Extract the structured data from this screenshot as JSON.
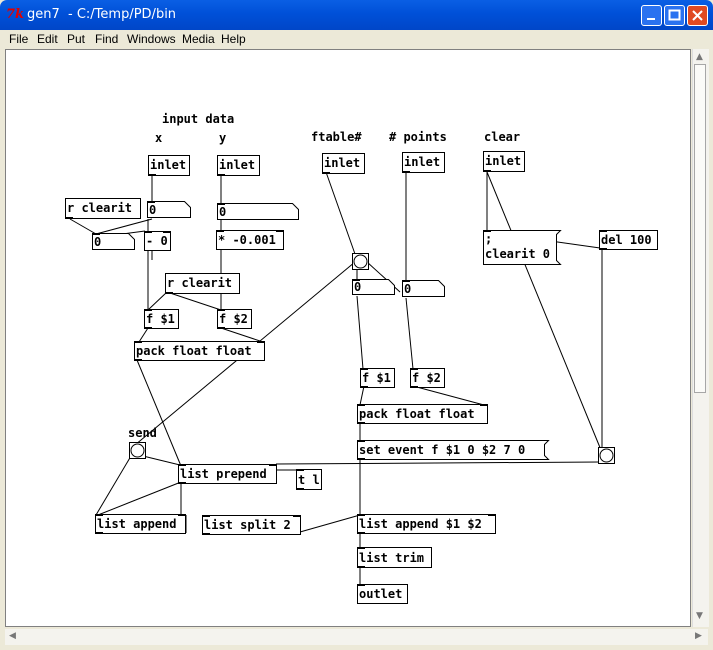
{
  "window": {
    "title": "gen7  - C:/Temp/PD/bin",
    "icon": "tk-feather-icon"
  },
  "menu": [
    "File",
    "Edit",
    "Put",
    "Find",
    "Windows",
    "Media",
    "Help"
  ],
  "comments": {
    "input_data": "input data",
    "x": "x",
    "y": "y",
    "ftable": "ftable#",
    "points": "# points",
    "clear": "clear",
    "send": "send"
  },
  "objects": {
    "inlet_x": "inlet",
    "inlet_y": "inlet",
    "inlet_ftable": "inlet",
    "inlet_points": "inlet",
    "inlet_clear": "inlet",
    "r_clearit_1": "r clearit",
    "r_clearit_2": "r clearit",
    "minus_0": "- 0",
    "mult": "* -0.001",
    "f1_a": "f $1",
    "f2_a": "f $2",
    "pack_a": "pack float float",
    "del": "del 100",
    "f1_b": "f $1",
    "f2_b": "f $2",
    "pack_b": "pack float float",
    "list_prepend": "list prepend",
    "t1": "t l",
    "list_append": "list append",
    "list_split": "list split 2",
    "list_append_args": "list append $1 $2",
    "list_trim": "list trim",
    "outlet": "outlet"
  },
  "messages": {
    "clear_msg_line1": ";",
    "clear_msg_line2": "clearit 0",
    "set_event": "set event f $1 0 $2 7 0"
  },
  "number_boxes": {
    "n_x": "0",
    "n_y": "0",
    "n_left": "0",
    "n_ftable": "0",
    "n_points": "0"
  }
}
